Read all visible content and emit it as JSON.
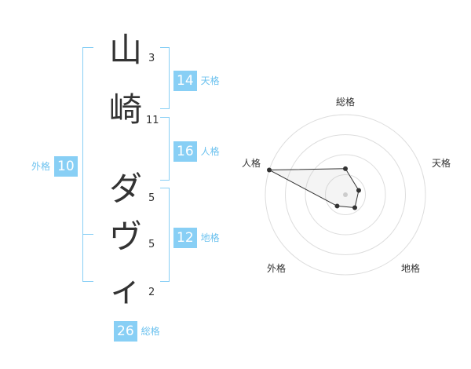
{
  "name": {
    "chars": [
      "山",
      "崎",
      "ダ",
      "ヴ",
      "ィ"
    ],
    "strokes": [
      "3",
      "11",
      "5",
      "5",
      "2"
    ]
  },
  "fortune": {
    "tenkaku": {
      "value": "14",
      "label": "天格"
    },
    "jinkaku": {
      "value": "16",
      "label": "人格"
    },
    "chikaku": {
      "value": "12",
      "label": "地格"
    },
    "gaikaku": {
      "value": "10",
      "label": "外格"
    },
    "soukaku": {
      "value": "26",
      "label": "総格"
    }
  },
  "colors": {
    "accent": "#88cff5",
    "accent_text": "#6cc2ef",
    "text": "#333333"
  },
  "radar": {
    "axes": [
      "総格",
      "天格",
      "地格",
      "外格",
      "人格"
    ],
    "levels": 4,
    "max": 4,
    "values": [
      1.3,
      0.7,
      0.8,
      0.7,
      4.0
    ]
  }
}
